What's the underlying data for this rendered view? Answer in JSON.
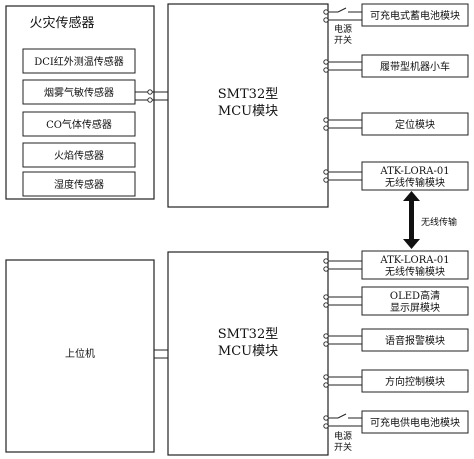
{
  "sensor_group": {
    "title": "火灾传感器",
    "items": [
      "DCI红外测温传感器",
      "烟雾气敏传感器",
      "CO气体传感器",
      "火焰传感器",
      "湿度传感器"
    ]
  },
  "mcu_top": {
    "line1": "SMT32型",
    "line2": "MCU模块"
  },
  "mcu_bottom": {
    "line1": "SMT32型",
    "line2": "MCU模块"
  },
  "host": {
    "label": "上位机"
  },
  "top_modules": [
    {
      "lines": [
        "可充电式蓄电池模块"
      ]
    },
    {
      "lines": [
        "履带型机器小车"
      ]
    },
    {
      "lines": [
        "定位模块"
      ]
    },
    {
      "lines": [
        "ATK-LORA-01",
        "无线传输模块"
      ]
    }
  ],
  "bottom_modules": [
    {
      "lines": [
        "ATK-LORA-01",
        "无线传输模块"
      ]
    },
    {
      "lines": [
        "OLED高清",
        "显示屏模块"
      ]
    },
    {
      "lines": [
        "语音报警模块"
      ]
    },
    {
      "lines": [
        "方向控制模块"
      ]
    },
    {
      "lines": [
        "可充电供电电池模块"
      ]
    }
  ],
  "switch_label": {
    "line1": "电源",
    "line2": "开关"
  },
  "wireless_label": "无线传输"
}
